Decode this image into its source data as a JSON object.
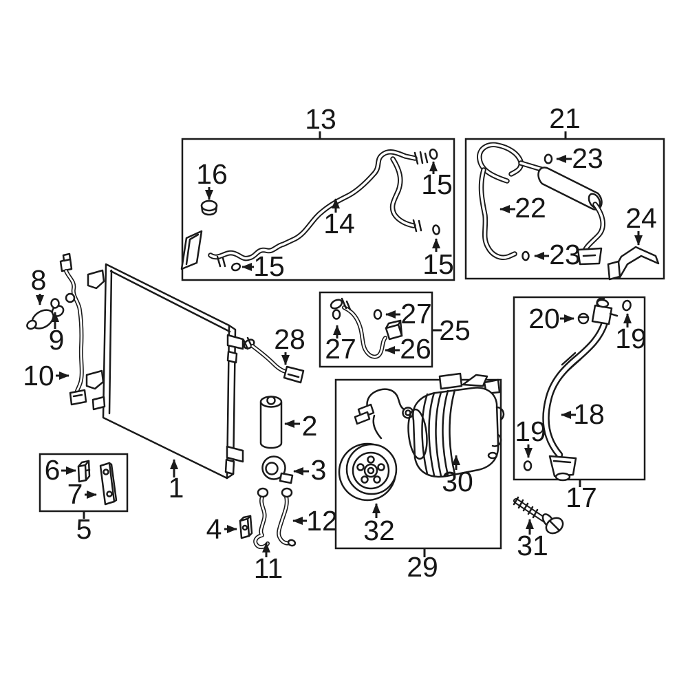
{
  "diagram": {
    "type": "exploded-parts-diagram",
    "description": "A/C condenser, compressor and refrigerant lines parts diagram",
    "background": "#ffffff",
    "line_color": "#1a1a1a"
  },
  "callouts": {
    "1": "1",
    "2": "2",
    "3": "3",
    "4": "4",
    "5": "5",
    "6": "6",
    "7": "7",
    "8": "8",
    "9": "9",
    "10": "10",
    "11": "11",
    "12": "12",
    "13": "13",
    "14": "14",
    "15a": "15",
    "15b": "15",
    "15c": "15",
    "16": "16",
    "17": "17",
    "18": "18",
    "19a": "19",
    "19b": "19",
    "20": "20",
    "21": "21",
    "22": "22",
    "23a": "23",
    "23b": "23",
    "24": "24",
    "25": "25",
    "26": "26",
    "27a": "27",
    "27b": "27",
    "28": "28",
    "29": "29",
    "30": "30",
    "31": "31",
    "32": "32"
  },
  "assemblies": [
    {
      "box_label": "13",
      "contains": [
        "14",
        "15",
        "16"
      ]
    },
    {
      "box_label": "21",
      "contains": [
        "22",
        "23",
        "24"
      ]
    },
    {
      "box_label": "25",
      "contains": [
        "26",
        "27"
      ]
    },
    {
      "box_label": "29",
      "contains": [
        "30",
        "32"
      ]
    },
    {
      "box_label": "17",
      "contains": [
        "18",
        "19",
        "20"
      ]
    },
    {
      "box_label": "5",
      "contains": [
        "6",
        "7"
      ]
    },
    {
      "box_label": null,
      "contains": [
        "1",
        "2",
        "3",
        "4",
        "8",
        "9",
        "10",
        "11",
        "12",
        "28",
        "31"
      ]
    }
  ]
}
